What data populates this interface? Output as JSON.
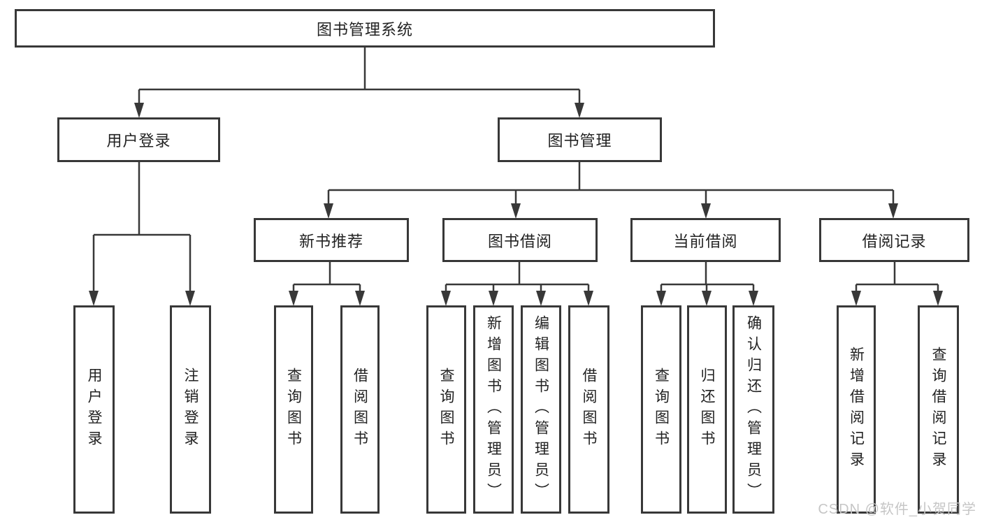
{
  "tree": {
    "label": "图书管理系统",
    "children": [
      {
        "label": "用户登录",
        "children": [
          {
            "label": "用户登录"
          },
          {
            "label": "注销登录"
          }
        ]
      },
      {
        "label": "图书管理",
        "children": [
          {
            "label": "新书推荐",
            "children": [
              {
                "label": "查询图书"
              },
              {
                "label": "借阅图书"
              }
            ]
          },
          {
            "label": "图书借阅",
            "children": [
              {
                "label": "查询图书"
              },
              {
                "label": "新增图书（管理员）"
              },
              {
                "label": "编辑图书（管理员）"
              },
              {
                "label": "借阅图书"
              }
            ]
          },
          {
            "label": "当前借阅",
            "children": [
              {
                "label": "查询图书"
              },
              {
                "label": "归还图书"
              },
              {
                "label": "确认归还（管理员）"
              }
            ]
          },
          {
            "label": "借阅记录",
            "children": [
              {
                "label": "新增借阅记录"
              },
              {
                "label": "查询借阅记录"
              }
            ]
          }
        ]
      }
    ]
  },
  "watermark": {
    "text": "CSDN @软件_小贺同学"
  },
  "colors": {
    "line": "#383838",
    "box_border": "#383838",
    "text": "#222222",
    "watermark": "#c6c6c6",
    "background": "#ffffff"
  }
}
